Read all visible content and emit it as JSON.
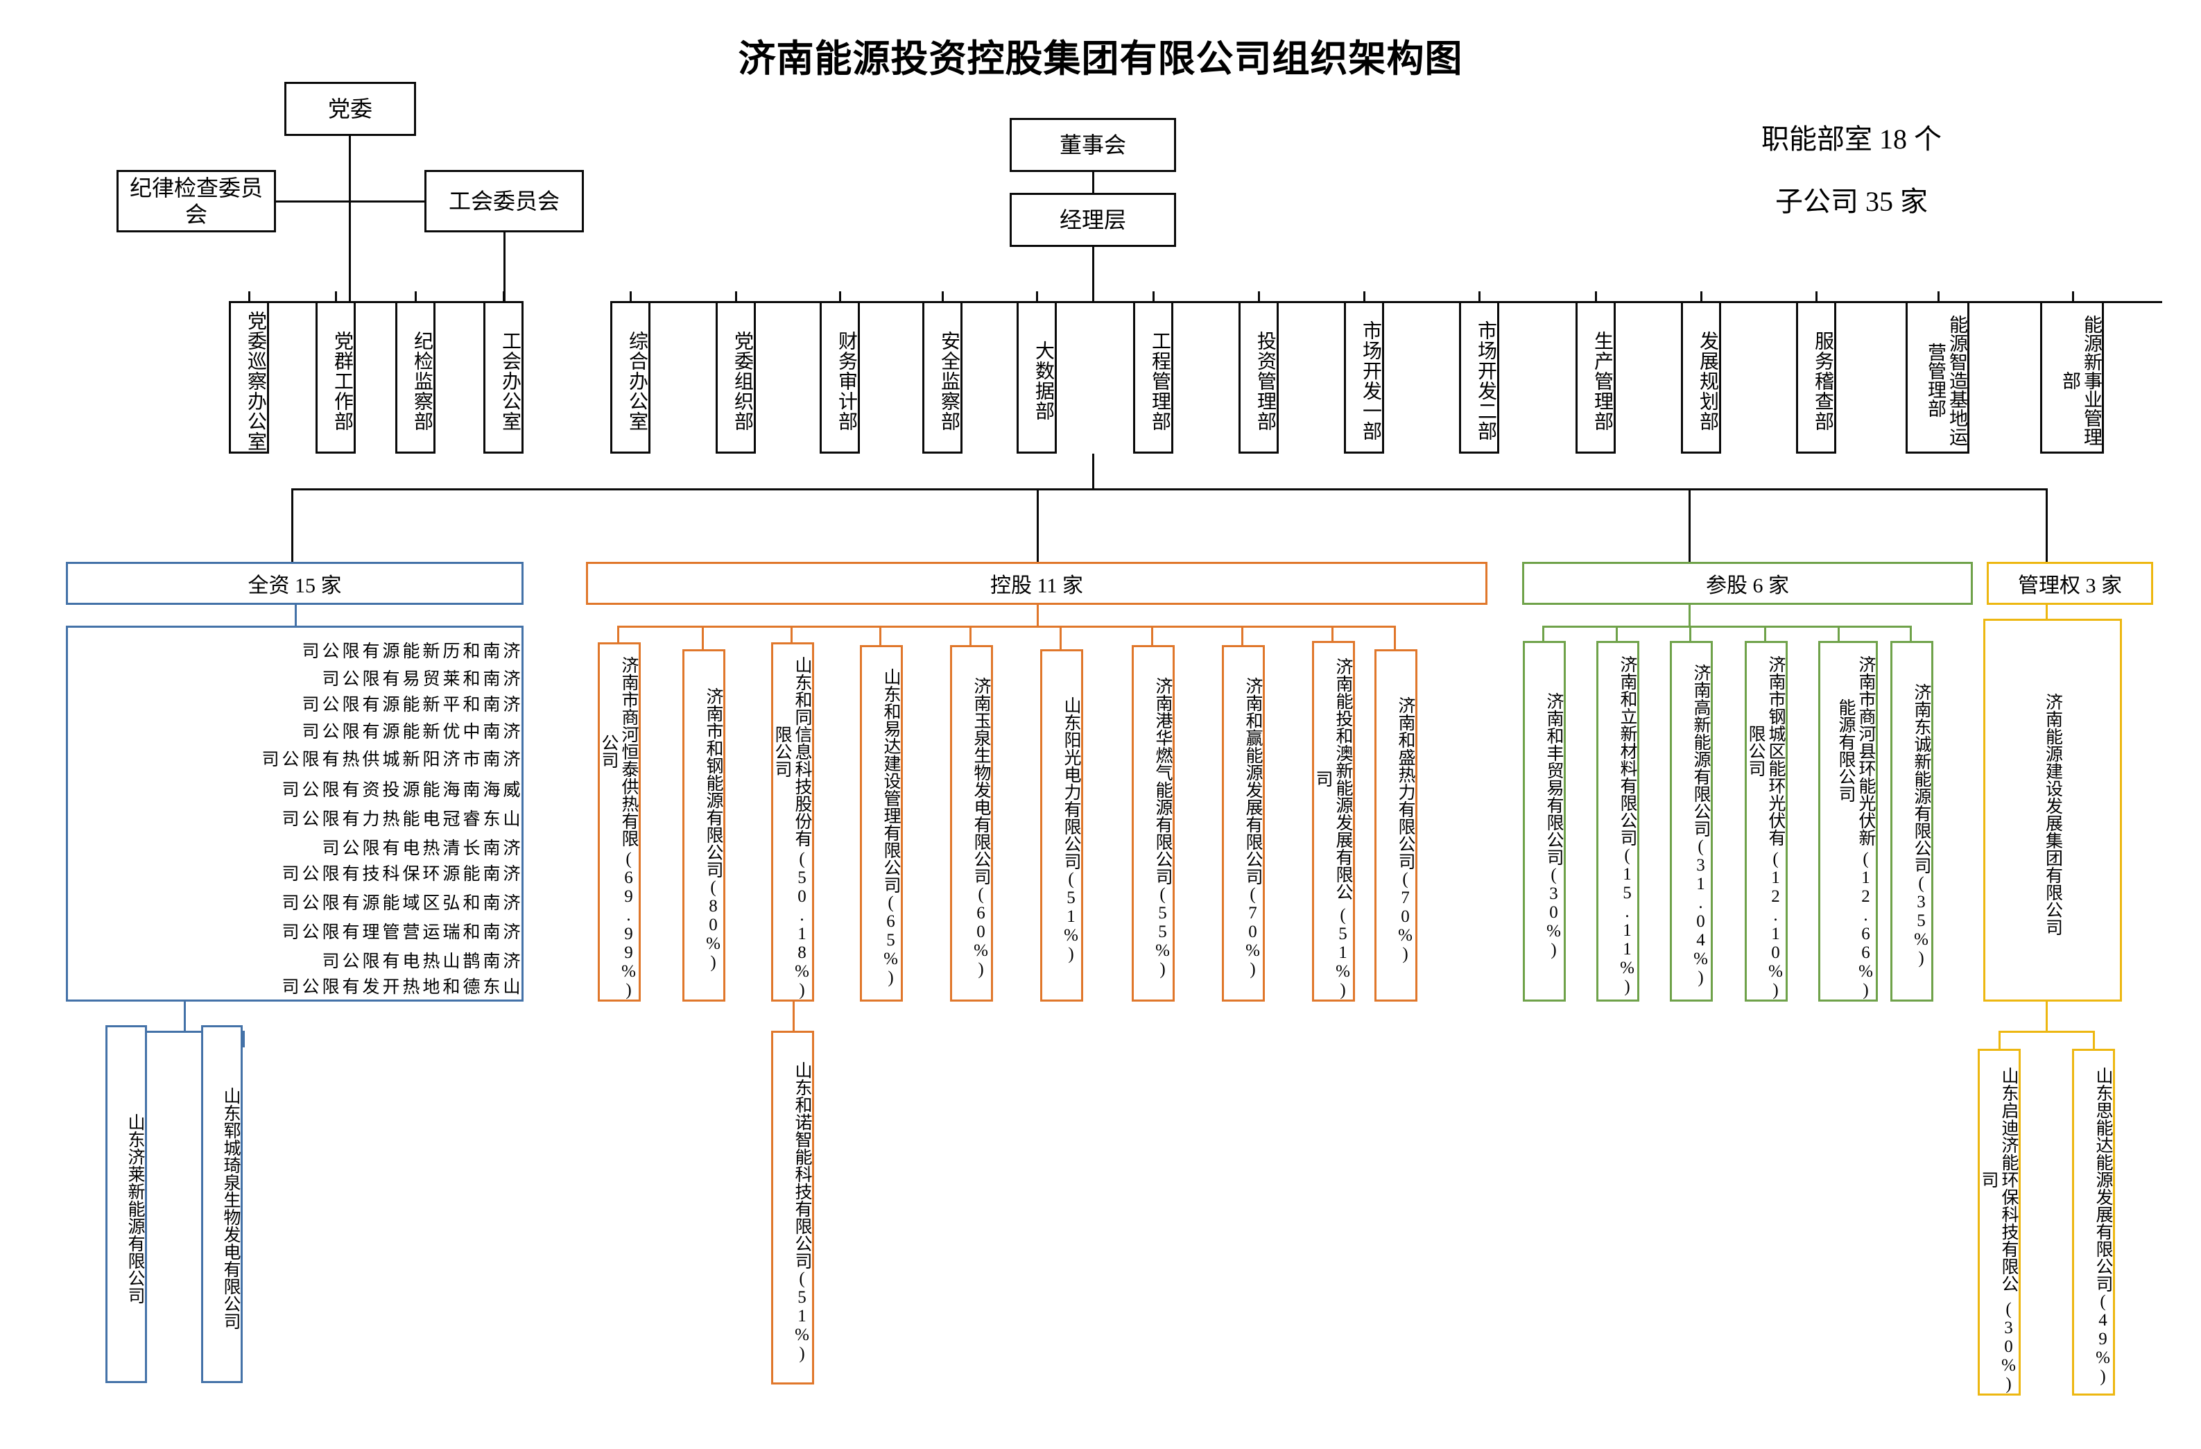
{
  "title": "济南能源投资控股集团有限公司组织架构图",
  "summary": {
    "departments": "职能部室 18 个",
    "subsidiaries": "子公司 35 家"
  },
  "top": {
    "party_committee": "党委",
    "discipline_committee": "纪律检查委员会",
    "union_committee": "工会委员会",
    "board": "董事会",
    "management": "经理层"
  },
  "party_departments": [
    "党委巡察办公室",
    "党群工作部",
    "纪检监察部",
    "工会办公室"
  ],
  "functional_departments": [
    "综合办公室",
    "党委组织部",
    "财务审计部",
    "安全监察部",
    "大数据部",
    "工程管理部",
    "投资管理部",
    "市场开发一部",
    "市场开发二部",
    "生产管理部",
    "发展规划部",
    "服务稽查部",
    "能源智造基地运营管理部",
    "能源新事业管理部"
  ],
  "groups": {
    "wholly_owned": {
      "header": "全资 15 家",
      "color": "#4472a8",
      "companies": [
        "济南和历新能源有限公司",
        "济南和莱贸易有限公司",
        "济南和平新能源有限公司",
        "济南中优新能源有限公司",
        "济南市济阳新城供热有限公司",
        "威海南海能源投资有限公司",
        "山东睿冠电能热力有限公司",
        "济南长清热电有限公司",
        "济南能源环保科技有限公司",
        "济南和弘区域能源有限公司",
        "济南和瑞运营管理有限公司",
        "济南鹊山热电有限公司",
        "山东德和地热开发有限公司"
      ],
      "sub_companies": [
        "山东郓城琦泉生物发电有限公司",
        "山东济莱新能源有限公司"
      ]
    },
    "holding": {
      "header": "控股 11 家",
      "color": "#e0772b",
      "companies": [
        {
          "name": "济南市商河恒泰供热有限公司",
          "share": "(69.99%)"
        },
        {
          "name": "济南市和钢能源有限公司",
          "share": "(80%)"
        },
        {
          "name": "山东和同信息科技股份有限公司",
          "share": "(50.18%)"
        },
        {
          "name": "山东和易达建设管理有限公司",
          "share": "(65%)"
        },
        {
          "name": "济南玉泉生物发电有限公司",
          "share": "(60%)"
        },
        {
          "name": "山东阳光电力有限公司",
          "share": "(51%)"
        },
        {
          "name": "济南港华燃气能源有限公司",
          "share": "(55%)"
        },
        {
          "name": "济南和赢能源发展有限公司",
          "share": "(70%)"
        },
        {
          "name": "济南能投和澳新能源发展有限公司",
          "share": "(51%)"
        },
        {
          "name": "济南和盛热力有限公司",
          "share": "(70%)"
        }
      ],
      "sub_companies": [
        {
          "name": "山东和诺智能科技有限公司",
          "share": "(51%)"
        }
      ]
    },
    "participating": {
      "header": "参股 6 家",
      "color": "#6fa24a",
      "companies": [
        {
          "name": "济南和丰贸易有限公司",
          "share": "(30%)"
        },
        {
          "name": "济南和立新材料有限公司",
          "share": "(15.11%)"
        },
        {
          "name": "济南高新能源有限公司",
          "share": "(31.04%)"
        },
        {
          "name": "济南市钢城区能环光伏有限公司",
          "share": "(12.10%)"
        },
        {
          "name": "济南市商河县环能光伏新能源有限公司",
          "share": "(12.66%)"
        },
        {
          "name": "济南东诚新能源有限公司",
          "share": "(35%)"
        }
      ]
    },
    "managed": {
      "header": "管理权 3 家",
      "color": "#edb711",
      "companies": [
        {
          "name": "济南能源建设发展集团有限公司",
          "share": ""
        }
      ],
      "sub_companies": [
        {
          "name": "山东启迪济能环保科技有限公司",
          "share": "(30%)"
        },
        {
          "name": "山东思能达能源发展有限公司",
          "share": "(49%)"
        }
      ]
    }
  }
}
